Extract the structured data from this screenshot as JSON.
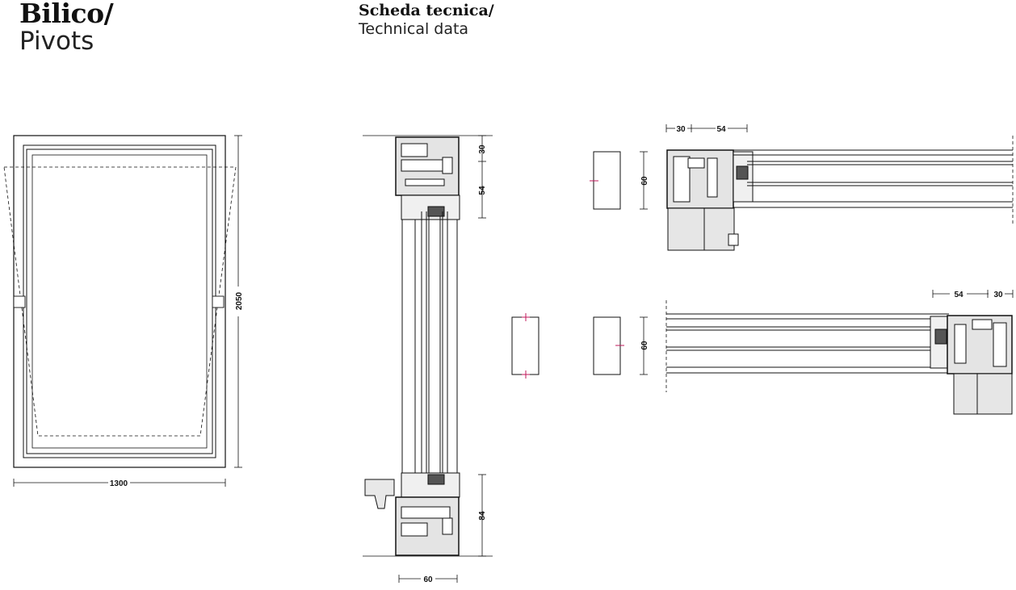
{
  "header": {
    "product_it": "Bilico",
    "product_en": "Pivots",
    "section_it": "Scheda tecnica",
    "section_en": "Technical data",
    "separator": "/"
  },
  "dimensions": {
    "elevation_width": "1300",
    "elevation_height": "2050",
    "vertical_section_top_frame": "30",
    "vertical_section_top_sash": "54",
    "vertical_section_bottom": "84",
    "vertical_section_depth": "60",
    "horizontal_section_top_frame": "30",
    "horizontal_section_top_sash": "54",
    "horizontal_section_top_depth": "60",
    "horizontal_section_bottom_sash": "54",
    "horizontal_section_bottom_frame": "30",
    "horizontal_section_bottom_depth": "60"
  },
  "colors": {
    "line": "#111111",
    "profile_fill": "#d9d9d9",
    "accent_mark": "#c2185b"
  }
}
